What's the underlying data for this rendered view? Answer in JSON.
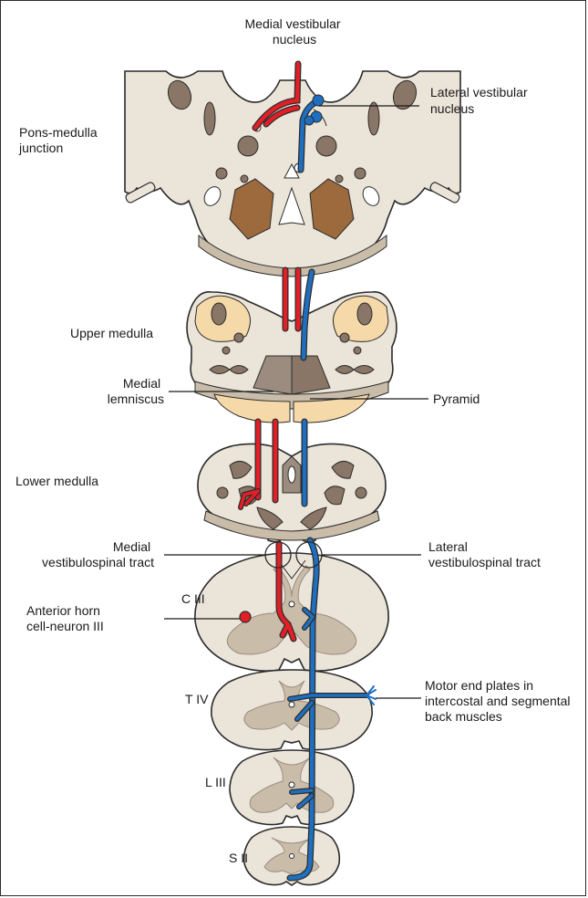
{
  "labels": {
    "medial_vestibular_nucleus": [
      "Medial vestibular",
      "nucleus"
    ],
    "lateral_vestibular_nucleus": [
      "Lateral vestibular",
      "nucleus"
    ],
    "pons_medulla_junction": [
      "Pons-medulla",
      "junction"
    ],
    "upper_medulla": [
      "Upper medulla"
    ],
    "medial_lemniscus": [
      "Medial",
      "lemniscus"
    ],
    "pyramid": [
      "Pyramid"
    ],
    "lower_medulla": [
      "Lower medulla"
    ],
    "medial_vestibulospinal_tract": [
      "Medial",
      "vestibulospinal tract"
    ],
    "lateral_vestibulospinal_tract": [
      "Lateral",
      "vestibulospinal tract"
    ],
    "c3": [
      "C III"
    ],
    "anterior_horn_cell": [
      "Anterior horn",
      "cell-neuron III"
    ],
    "t4": [
      "T IV"
    ],
    "motor_end_plates": [
      "Motor end plates in",
      "intercostal and segmental",
      "back muscles"
    ],
    "l3": [
      "L III"
    ],
    "s2": [
      "S II"
    ]
  },
  "colors": {
    "medial_tract": "#e21f26",
    "lateral_tract": "#1f6fc0",
    "tissue": "#ebe4d9",
    "tissue_edge": "#b7ab99",
    "gray_matter": "#9b8c7f",
    "nuclei_dark": "#8a7666",
    "pyramid_fill": "#f6d9a8",
    "ventricle_brown": "#9c6a3c",
    "outline": "#2b2b2b"
  }
}
